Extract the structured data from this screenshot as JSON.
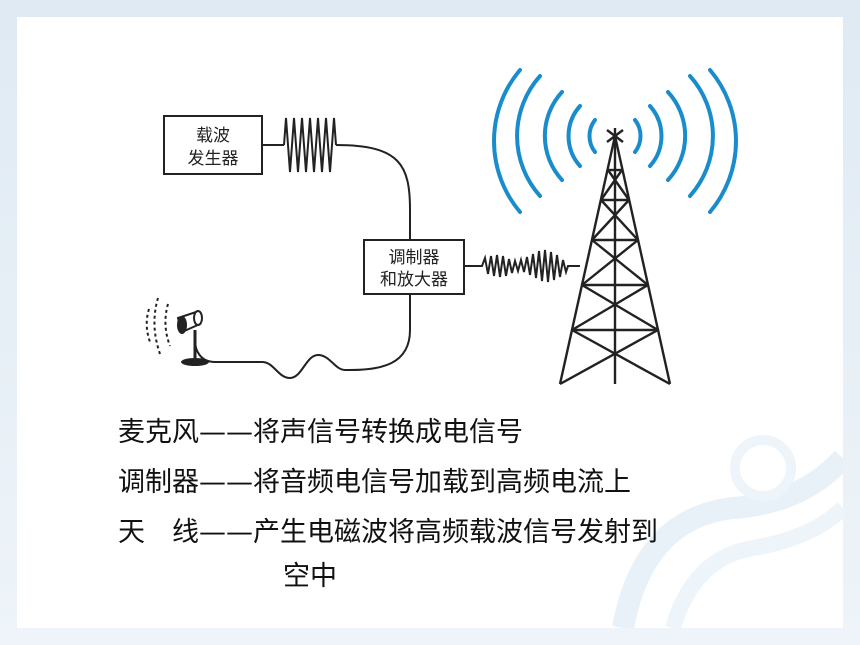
{
  "boxes": {
    "carrier": [
      "载波",
      "发生器"
    ],
    "modulator": [
      "调制器",
      "和放大器"
    ]
  },
  "descriptions": [
    {
      "term": "麦克风",
      "dash": "——",
      "text": "将声信号转换成电信号"
    },
    {
      "term": "调制器",
      "dash": "——",
      "text": "将音频电信号加载到高频电流上"
    },
    {
      "term": "天　线",
      "dash": "——",
      "text": "产生电磁波将高频载波信号发射到"
    }
  ],
  "continuation": "空中",
  "colors": {
    "wave": "#1a8ccc",
    "line": "#222222"
  }
}
